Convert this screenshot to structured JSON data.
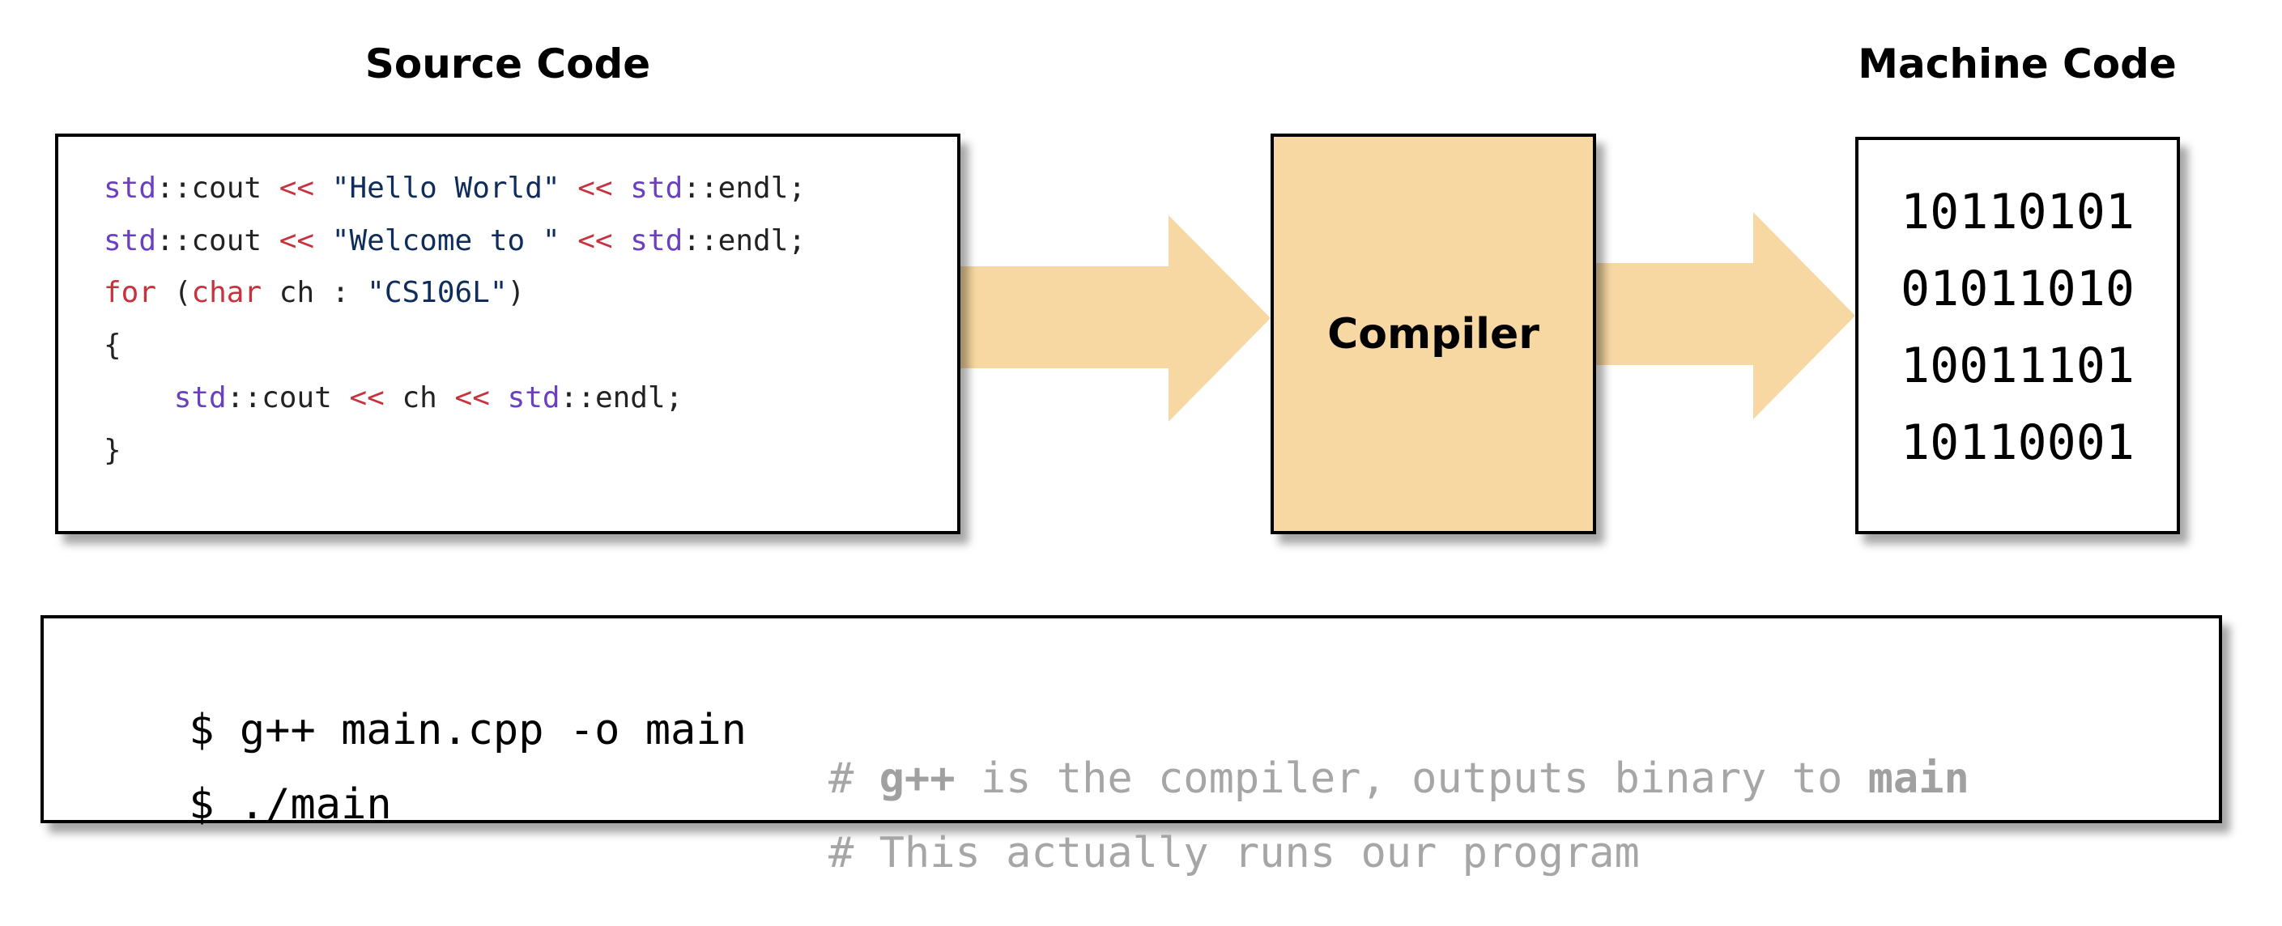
{
  "titles": {
    "source": "Source Code",
    "machine": "Machine Code"
  },
  "source_code": [
    [
      {
        "t": "std",
        "c": "kw"
      },
      {
        "t": "::cout ",
        "c": ""
      },
      {
        "t": "<<",
        "c": "op"
      },
      {
        "t": " ",
        "c": ""
      },
      {
        "t": "\"Hello World\"",
        "c": "str"
      },
      {
        "t": " ",
        "c": ""
      },
      {
        "t": "<<",
        "c": "op"
      },
      {
        "t": " ",
        "c": ""
      },
      {
        "t": "std",
        "c": "kw"
      },
      {
        "t": "::endl;",
        "c": ""
      }
    ],
    [
      {
        "t": "std",
        "c": "kw"
      },
      {
        "t": "::cout ",
        "c": ""
      },
      {
        "t": "<<",
        "c": "op"
      },
      {
        "t": " ",
        "c": ""
      },
      {
        "t": "\"Welcome to \"",
        "c": "str"
      },
      {
        "t": " ",
        "c": ""
      },
      {
        "t": "<<",
        "c": "op"
      },
      {
        "t": " ",
        "c": ""
      },
      {
        "t": "std",
        "c": "kw"
      },
      {
        "t": "::endl;",
        "c": ""
      }
    ],
    [
      {
        "t": "for",
        "c": "ctl"
      },
      {
        "t": " (",
        "c": ""
      },
      {
        "t": "char",
        "c": "ctl"
      },
      {
        "t": " ch : ",
        "c": ""
      },
      {
        "t": "\"CS106L\"",
        "c": "str"
      },
      {
        "t": ")",
        "c": ""
      }
    ],
    [
      {
        "t": "{",
        "c": ""
      }
    ],
    [
      {
        "t": "    ",
        "c": ""
      },
      {
        "t": "std",
        "c": "kw"
      },
      {
        "t": "::cout ",
        "c": ""
      },
      {
        "t": "<<",
        "c": "op"
      },
      {
        "t": " ch ",
        "c": ""
      },
      {
        "t": "<<",
        "c": "op"
      },
      {
        "t": " ",
        "c": ""
      },
      {
        "t": "std",
        "c": "kw"
      },
      {
        "t": "::endl;",
        "c": ""
      }
    ],
    [
      {
        "t": "}",
        "c": ""
      }
    ]
  ],
  "compiler_label": "Compiler",
  "machine_code": [
    "10110101",
    "01011010",
    "10011101",
    "10110001"
  ],
  "terminal": [
    {
      "cmd": "$ g++ main.cpp -o main",
      "comment": [
        {
          "t": "# ",
          "b": false
        },
        {
          "t": "g++",
          "b": true
        },
        {
          "t": " is the compiler, outputs binary to ",
          "b": false
        },
        {
          "t": "main",
          "b": true
        }
      ]
    },
    {
      "cmd": "$ ./main",
      "comment": [
        {
          "t": "# This actually runs our program",
          "b": false
        }
      ]
    }
  ],
  "colors": {
    "arrow": "#f7d8a3",
    "compiler_fill": "#f7d8a3",
    "keyword": "#6a3fc0",
    "operator": "#c8323c",
    "string": "#0f2d5c",
    "comment": "#a6a6a6"
  }
}
